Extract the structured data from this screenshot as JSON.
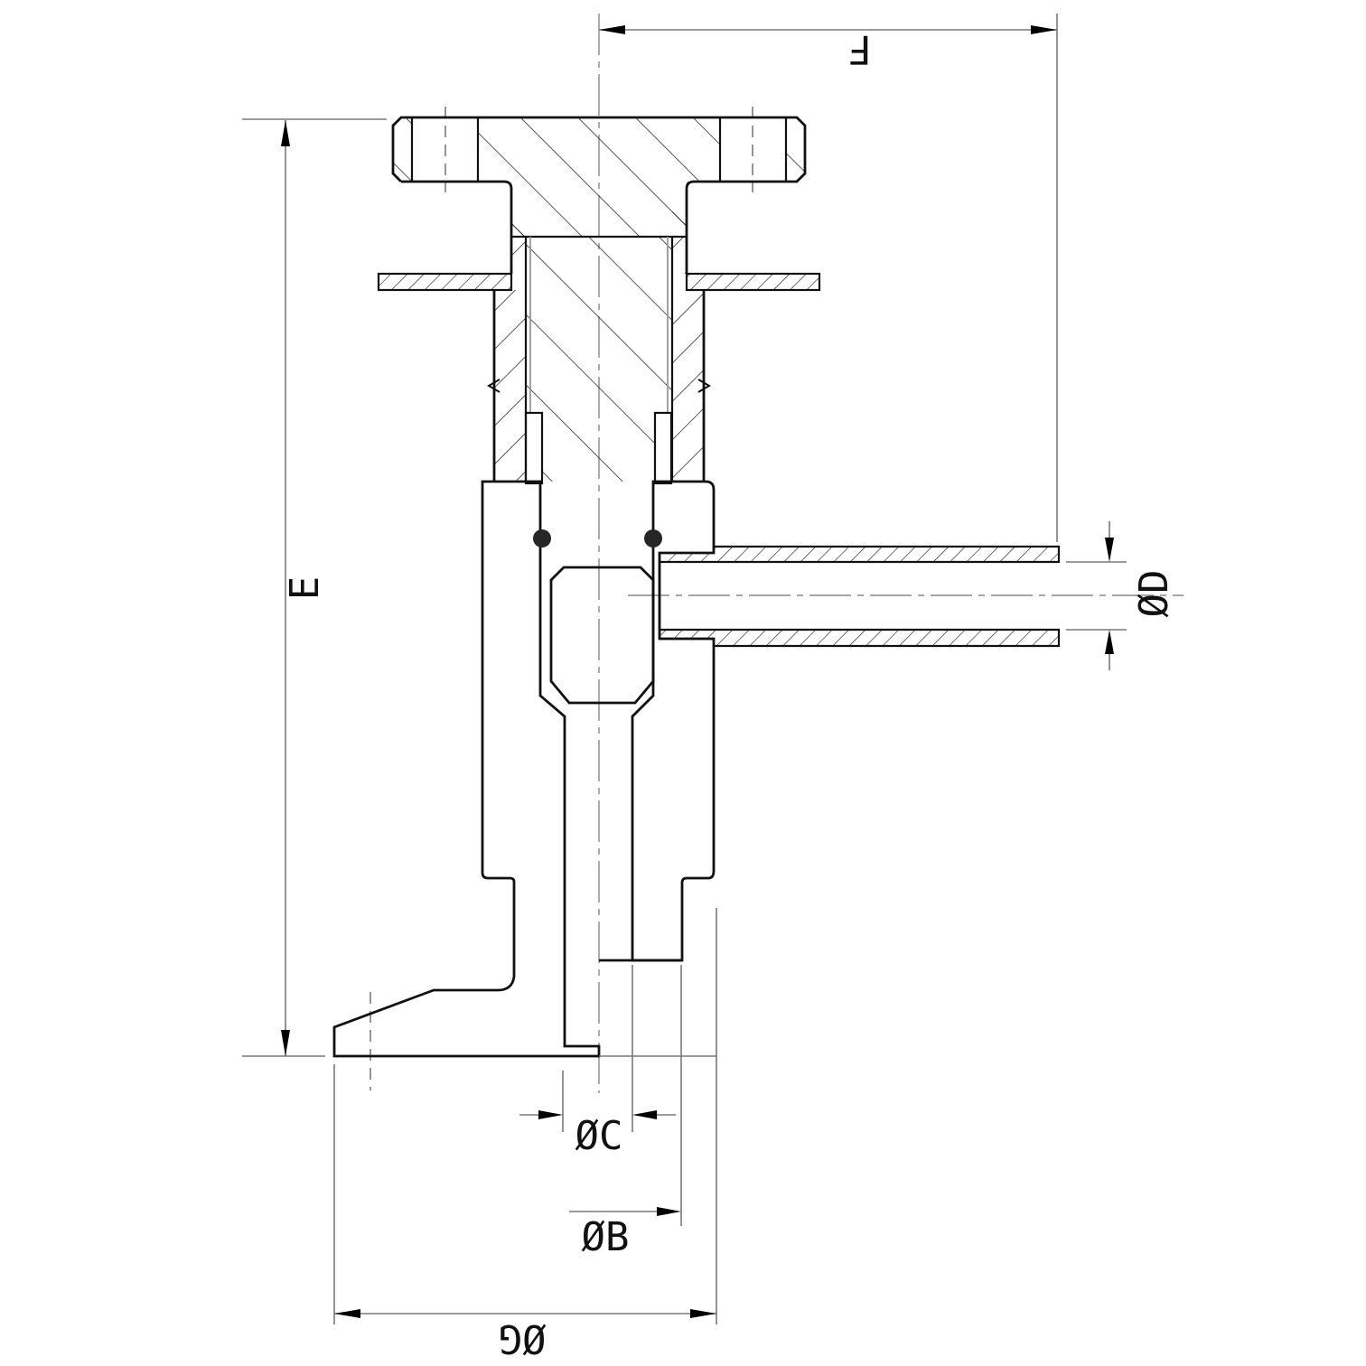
{
  "drawing": {
    "type": "technical-cross-section",
    "description": "Sectioned CAD drawing of a flanged vacuum/valve feedthrough: top bolt flange, gland packing with O-rings, side tube port, bottom conical flange",
    "labels": {
      "dim_e": "E",
      "dim_f": "F",
      "dim_od": "ØD",
      "dim_oc": "ØC",
      "dim_ob": "ØB",
      "dim_og": "ØG"
    },
    "dimension_meanings": {
      "E": "overall height, top flange face to bottom flange face",
      "F": "side tube length from vertical centerline",
      "ØD": "side tube bore diameter",
      "ØC": "center stem bore diameter",
      "ØB": "lower hub diameter",
      "ØG": "base flange outside diameter"
    },
    "colors": {
      "line": "#111111",
      "dimension": "#7a7a7a",
      "centerline": "#8a8a8a",
      "o_ring": "#262626",
      "background": "#ffffff"
    }
  }
}
